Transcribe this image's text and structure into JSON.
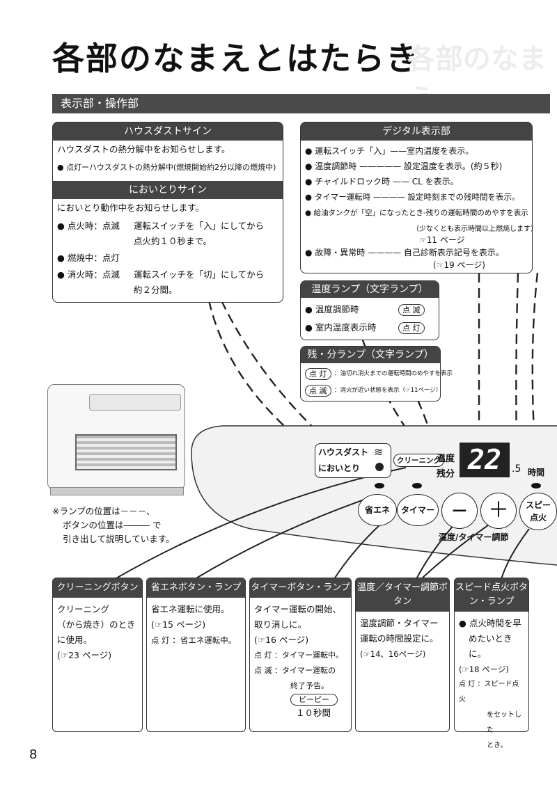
{
  "page": {
    "title": "各部のなまえとはたらき",
    "section": "表示部・操作部",
    "page_number": "8"
  },
  "house_dust": {
    "title": "ハウスダストサイン",
    "desc": "ハウスダストの熱分解中をお知らせします。",
    "bullet": "● 点灯ーハウスダストの熱分解中(燃焼開始約2分以降の燃焼中)"
  },
  "odor": {
    "title": "においとりサイン",
    "desc": "においとり動作中をお知らせします。",
    "rows": [
      {
        "label": "● 点火時：点滅",
        "value": "運転スイッチを「入」にしてから",
        "value2": "点火約１０秒まで。"
      },
      {
        "label": "● 燃焼中：点灯",
        "value": "",
        "value2": ""
      },
      {
        "label": "● 消火時：点滅",
        "value": "運転スイッチを「切」にしてから",
        "value2": "約２分間。"
      }
    ]
  },
  "digital": {
    "title": "デジタル表示部",
    "rows": [
      "● 運転スイッチ「入」——室内温度を表示。",
      "● 温度調節時 ————— 設定温度を表示。(約５秒)",
      "● チャイルドロック時 —— CL を表示。",
      "● タイマー運転時 ———— 設定時刻までの残時間を表示。",
      "● 給油タンクが「空」になったとき-残りの運転時間のめやすを表示",
      "（少なくとも表示時間以上燃焼します）",
      "☞11 ページ",
      "● 故障・異常時 ———— 自己診断表示記号を表示。",
      "(☞19 ページ)"
    ]
  },
  "temp_lamp": {
    "title": "温度ランプ（文字ランプ）",
    "rows": [
      {
        "label": "● 温度調節時",
        "state": "点 滅"
      },
      {
        "label": "● 室内温度表示時",
        "state": "点 灯"
      }
    ]
  },
  "remain_lamp": {
    "title": "残・分ランプ（文字ランプ）",
    "rows": [
      {
        "state": "点 灯",
        "text": "：油切れ消火までの運転時間のめやすを表示"
      },
      {
        "state": "点 滅",
        "text": "：消火が近い状態を表示（☞11ページ）"
      }
    ]
  },
  "panel": {
    "sign_top": "ハウスダスト",
    "sign_bottom": "においとり",
    "cleaning_btn": "クリーニング",
    "label_temp": "温度",
    "label_remain": "残分",
    "display_value": "22",
    "display_unit": ".5",
    "label_time": "時間",
    "eco_btn": "省エネ",
    "timer_btn": "タイマー",
    "minus_btn": "−",
    "plus_btn": "＋",
    "speed_btn": "スピー\n点火",
    "adjust_label": "温度/タイマー調節"
  },
  "heater_note": {
    "line1": "※ランプの位置は－－－、",
    "line2": "ボタンの位置は――― で",
    "line3": "引き出して説明しています。"
  },
  "bottom_boxes": [
    {
      "title": "クリーニングボタン",
      "lines": [
        "クリーニング",
        "（から焼き）のとき",
        "に使用。",
        "(☞23 ページ)"
      ]
    },
    {
      "title": "省エネボタン・ランプ",
      "lines": [
        "省エネ運転に使用。",
        "(☞15 ページ)",
        "点 灯 ：省エネ運転中。"
      ]
    },
    {
      "title": "タイマーボタン・ランプ",
      "lines": [
        "タイマー運転の開始、",
        "取り消しに。",
        "(☞16 ページ)",
        "点 灯 ：タイマー運転中。",
        "点 滅 ：タイマー運転の",
        "終了予告。",
        "ピーピー",
        "１０秒間"
      ]
    },
    {
      "title": "温度／タイマー調節ボタン",
      "lines": [
        "温度調節・タイマー",
        "運転の時間設定に。",
        "(☞14、16ページ)"
      ]
    },
    {
      "title": "スピード点火ボタン・ランプ",
      "lines": [
        "● 点火時間を早",
        "めたいとき",
        "に。",
        "(☞18 ページ)",
        "点 灯 ：スピード点火",
        "をセットした",
        "とき。"
      ]
    }
  ]
}
